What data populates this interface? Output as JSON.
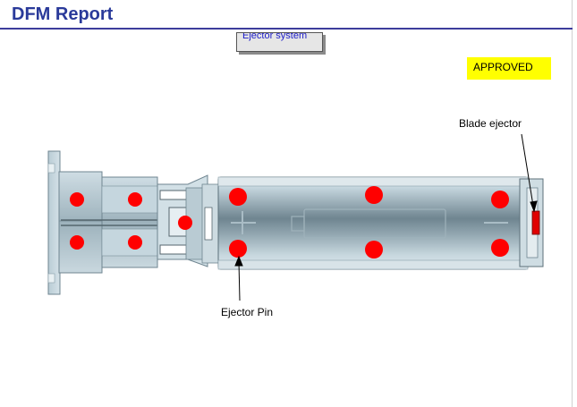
{
  "header": {
    "title": "DFM Report"
  },
  "section_tag": {
    "label": "Ejector system"
  },
  "status_badge": {
    "label": "APPROVED",
    "color": "#ffff00"
  },
  "callouts": {
    "blade_ejector": "Blade ejector",
    "ejector_pin": "Ejector Pin"
  },
  "colors": {
    "title": "#2a3a9a",
    "ejector_pin_marker": "#ff0000",
    "blade_ejector_marker": "#e00000",
    "part_body": "#b7c9d2"
  },
  "legend_counts": {}
}
